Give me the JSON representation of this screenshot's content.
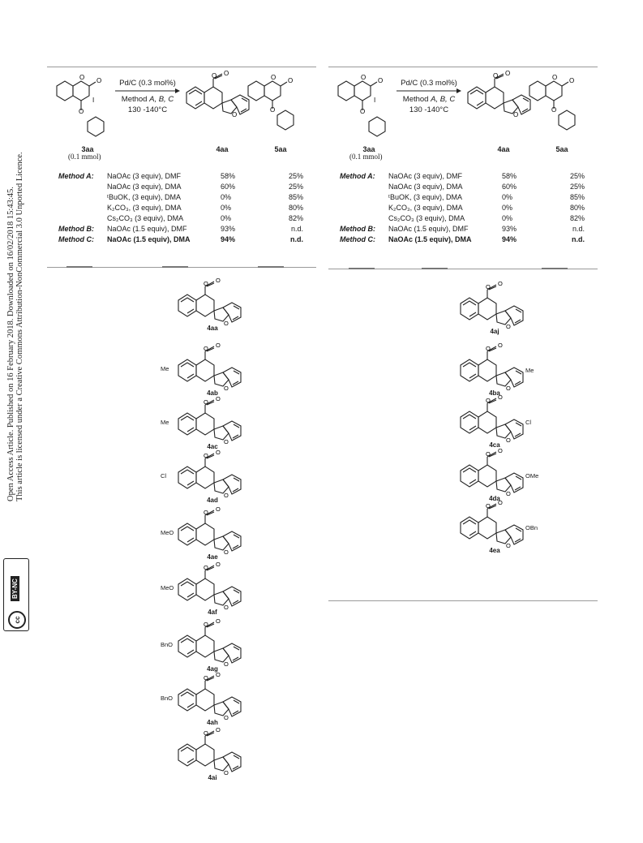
{
  "sidebar": {
    "line1": "Open Access Article. Published on 16 February 2018. Downloaded on 16/02/2018 15:43:45.",
    "line2": "This article is licensed under a Creative Commons Attribution-NonCommercial 3.0 Unported Licence.",
    "badge_cc": "cc",
    "badge_text": "BY-NC"
  },
  "scheme": {
    "conditions_line1": "Pd/C (0.3 mol%)",
    "conditions_line2_prefix": "Method ",
    "conditions_line2_italic": "A, B, C",
    "conditions_line3": "130 -140°C",
    "substituent_I": "I",
    "reactant_label": "3aa",
    "reactant_sub": "(0.1 mmol)",
    "product_label": "4aa",
    "byproduct_label": "5aa"
  },
  "methods": [
    {
      "label": "Method A:",
      "cond": "NaOAc (3 equiv), DMF",
      "y4": "58%",
      "y5": "25%",
      "bold": false
    },
    {
      "label": "",
      "cond": "NaOAc (3 equiv), DMA",
      "y4": "60%",
      "y5": "25%",
      "bold": false
    },
    {
      "label": "",
      "cond": "ᵗBuOK, (3 equiv), DMA",
      "y4": "0%",
      "y5": "85%",
      "bold": false
    },
    {
      "label": "",
      "cond": "K₂CO₃,  (3 equiv), DMA",
      "y4": "0%",
      "y5": "80%",
      "bold": false
    },
    {
      "label": "",
      "cond": "Cs₂CO₃  (3 equiv), DMA",
      "y4": "0%",
      "y5": "82%",
      "bold": false
    },
    {
      "label": "Method B:",
      "cond": "NaOAc (1.5 equiv), DMF",
      "y4": "93%",
      "y5": "n.d.",
      "bold": false
    },
    {
      "label": "Method C:",
      "cond": "NaOAc (1.5 equiv), DMA",
      "y4": "94%",
      "y5": "n.d.",
      "bold": true
    }
  ],
  "left_products": [
    {
      "label": "4aa",
      "subst": ""
    },
    {
      "label": "4ab",
      "subst": "Me"
    },
    {
      "label": "4ac",
      "subst": "Me"
    },
    {
      "label": "4ad",
      "subst": "Cl"
    },
    {
      "label": "4ae",
      "subst": "MeO"
    },
    {
      "label": "4af",
      "subst": "MeO"
    },
    {
      "label": "4ag",
      "subst": "BnO"
    },
    {
      "label": "4ah",
      "subst": "BnO"
    },
    {
      "label": "4ai",
      "subst": ""
    }
  ],
  "right_products": [
    {
      "label": "4aj",
      "subst": ""
    },
    {
      "label": "4ba",
      "subst": "Me"
    },
    {
      "label": "4ca",
      "subst": "Cl"
    },
    {
      "label": "4da",
      "subst": "OMe"
    },
    {
      "label": "4ea",
      "subst": "OBn"
    }
  ]
}
